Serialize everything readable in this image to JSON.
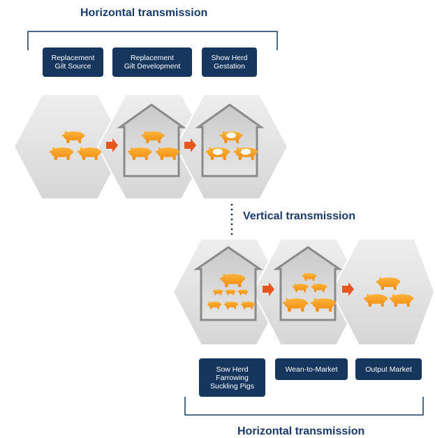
{
  "top": {
    "title": "Horizontal transmission",
    "boxes": [
      "Replacement\nGilt Source",
      "Replacement\nGilt Development",
      "Show Herd\nGestation"
    ]
  },
  "middle": {
    "title": "Vertical transmission"
  },
  "bottom": {
    "title": "Horizontal transmission",
    "boxes": [
      "Sow Herd\nFarrowing\nSuckling Pigs",
      "Wean-to-Market",
      "Output Market"
    ]
  },
  "colors": {
    "title": "#1a3a6b",
    "box": "#16365e",
    "hexagon": "#e2e2e2",
    "pig": "#f7a21b",
    "arrow": "#e8561f",
    "barn": "#8a8a8a"
  }
}
